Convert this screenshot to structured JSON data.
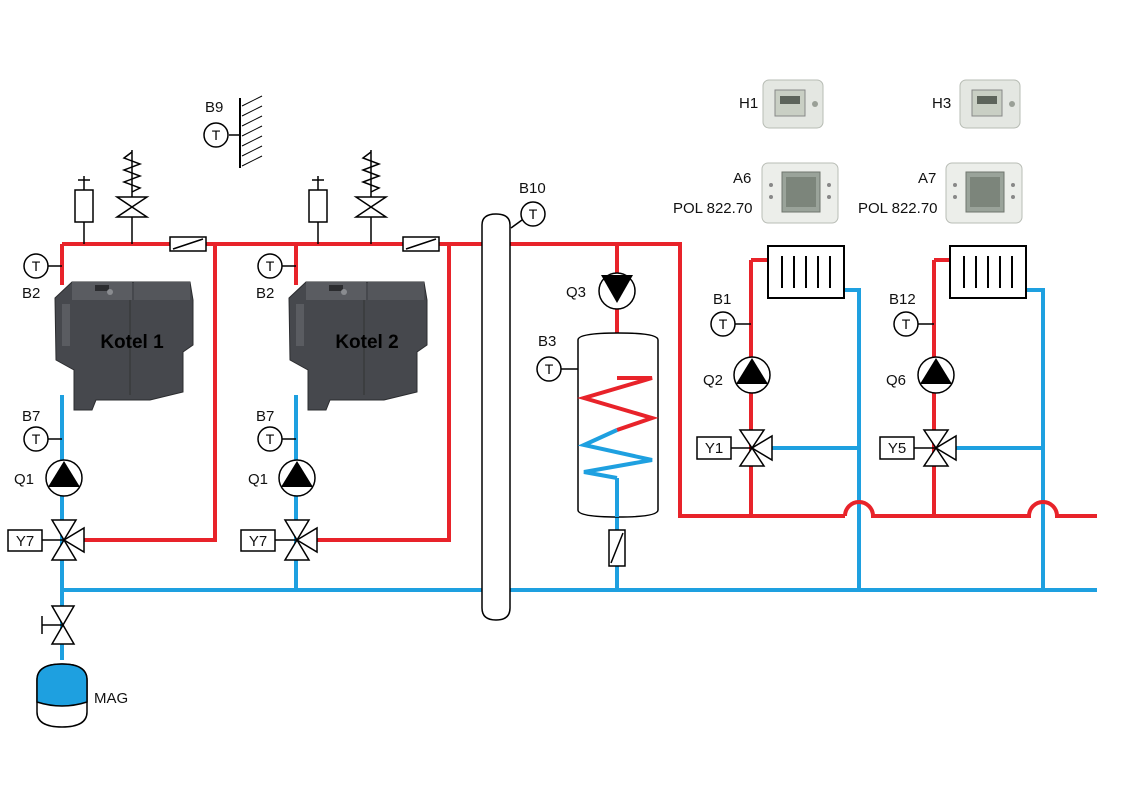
{
  "colors": {
    "supply": "#e8232a",
    "return": "#1ea0e0",
    "boiler_body": "#46484d",
    "expansion_vessel": "#1ea0e0"
  },
  "boilers": [
    {
      "name": "Kotel 1",
      "sensor_top": "B2",
      "sensor_bottom": "B7",
      "pump": "Q1",
      "valve": "Y7"
    },
    {
      "name": "Kotel 2",
      "sensor_top": "B2",
      "sensor_bottom": "B7",
      "pump": "Q1",
      "valve": "Y7"
    }
  ],
  "outdoor_sensor": "B9",
  "hydraulic_separator_sensor": "B10",
  "dhw": {
    "pump": "Q3",
    "sensor": "B3"
  },
  "heating_circuits": [
    {
      "room_unit": "H1",
      "controller": "A6",
      "controller_model": "POL 822.70",
      "sensor": "B1",
      "pump": "Q2",
      "valve": "Y1"
    },
    {
      "room_unit": "H3",
      "controller": "A7",
      "controller_model": "POL 822.70",
      "sensor": "B12",
      "pump": "Q6",
      "valve": "Y5"
    }
  ],
  "expansion_vessel": "MAG",
  "temp_symbol": "T"
}
